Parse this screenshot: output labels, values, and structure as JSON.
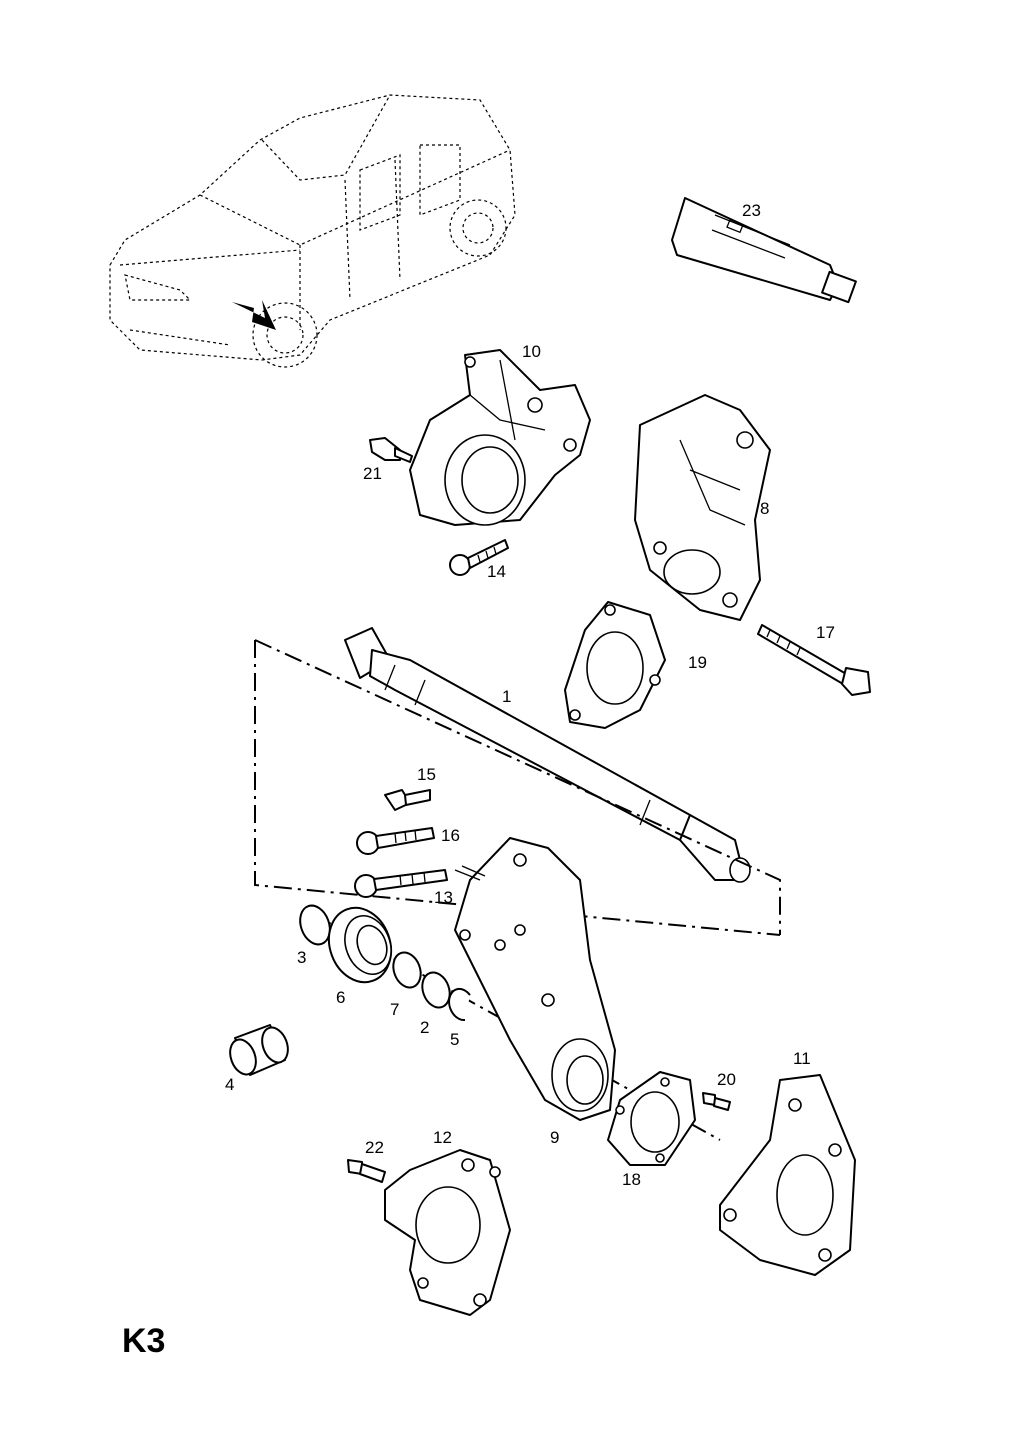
{
  "sheet_code": "K3",
  "callouts": {
    "c1": "1",
    "c2": "2",
    "c3": "3",
    "c4": "4",
    "c5": "5",
    "c6": "6",
    "c7": "7",
    "c8": "8",
    "c9": "9",
    "c10": "10",
    "c11": "11",
    "c12": "12",
    "c13": "13",
    "c14": "14",
    "c15": "15",
    "c16": "16",
    "c17": "17",
    "c18": "18",
    "c19": "19",
    "c20": "20",
    "c21": "21",
    "c22": "22",
    "c23": "23"
  },
  "colors": {
    "line": "#000000",
    "background": "#ffffff"
  }
}
